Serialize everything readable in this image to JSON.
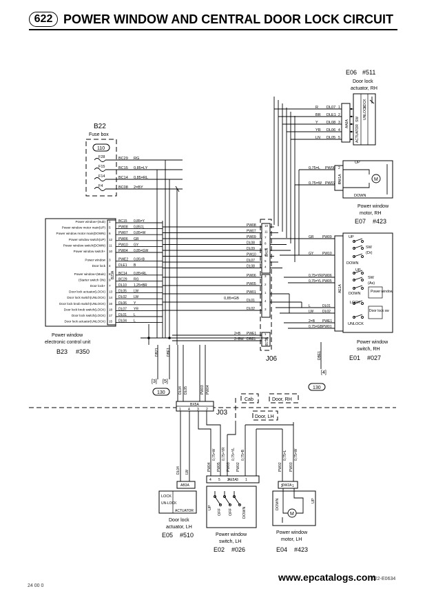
{
  "header": {
    "page_number": "622",
    "title": "POWER WINDOW AND CENTRAL DOOR LOCK CIRCUIT"
  },
  "e06": {
    "code": "E06",
    "ref": "#511",
    "desc_l1": "Door lock",
    "desc_l2": "actuator, RH",
    "conn": "AA6A",
    "labels": [
      "LOCK",
      "UNLOCK",
      "SW",
      "ACTUATOR"
    ],
    "wires": [
      [
        "R",
        "DL07",
        "1"
      ],
      [
        "BR",
        "DLE1",
        "2"
      ],
      [
        "Y",
        "DL08",
        "3"
      ],
      [
        "YR",
        "DL06",
        "4"
      ],
      [
        "LN",
        "DL05",
        "5"
      ]
    ]
  },
  "e07": {
    "code": "E07",
    "ref": "#423",
    "desc_l1": "Power window",
    "desc_l2": "motor, RH",
    "conn": "DW1A",
    "up": "UP",
    "down": "DOWN",
    "wires": [
      [
        "0,75=L",
        "PW08",
        "2"
      ],
      [
        "0,75=W",
        "PW07",
        "1"
      ]
    ]
  },
  "b22": {
    "code": "B22",
    "desc": "Fuse box",
    "plate": "110",
    "fuses": [
      [
        "F28",
        "BC29",
        "RG"
      ],
      [
        "F15",
        "BC15",
        "0,85=LY"
      ],
      [
        "F14",
        "BC14",
        "0,85=RL"
      ],
      [
        "F4",
        "BC08",
        "2=BY"
      ]
    ]
  },
  "b23": {
    "code": "B23",
    "ref": "#350",
    "desc_l1": "Power window",
    "desc_l2": "electronic control unit",
    "conn": "B23A",
    "rows": [
      [
        "Power window+(Sub)",
        "1",
        "BC15",
        "0,85=Y"
      ],
      [
        "Power window motor main(UP)",
        "5",
        "PW08",
        "0,85=L"
      ],
      [
        "Power window motor main(DOWN)",
        "6",
        "PW07",
        "0,85=W"
      ],
      [
        "Power window switch(UP)",
        "12",
        "PW06",
        "GR"
      ],
      [
        "Power window switch(DOWN)",
        "11",
        "PW10",
        "GY"
      ],
      [
        "Power window switch+",
        "10",
        "PW04",
        "0,85=GW"
      ],
      [
        "Power window",
        "3",
        "PWE2",
        "0,85=B"
      ],
      [
        "Door lock",
        "4",
        "DLE1",
        "B"
      ],
      [
        "Power window+(Main)",
        "8",
        "BC14",
        "0,85=RL"
      ],
      [
        "(Starter switch ON)",
        "9",
        "BC29",
        "RG"
      ],
      [
        "Door lock+",
        "7",
        "DL10",
        "1,25=BR"
      ],
      [
        "Door lock actuator(LOCK)",
        "13",
        "DL05",
        "LW"
      ],
      [
        "Door lock switch(UNLOCK)",
        "14",
        "DL02",
        "LW"
      ],
      [
        "Door lock knob switch(UNLOCK)",
        "16",
        "DL06",
        "Y"
      ],
      [
        "Door lock knob switch(LOCK)",
        "18",
        "DL07",
        "YR"
      ],
      [
        "Door lock switch(LOCK)",
        "17",
        "DL01",
        "L"
      ],
      [
        "Door lock actuator(UNLOCK)",
        "15",
        "DL04",
        "L"
      ]
    ]
  },
  "j06": {
    "code": "J06",
    "conn_top": "B47A",
    "conn_bot": "B73A",
    "top_pins": [
      [
        "PW08",
        "10"
      ],
      [
        "PW07",
        "11"
      ],
      [
        "PW09",
        "7"
      ],
      [
        "DL08",
        "8"
      ],
      [
        "DL09",
        "9"
      ],
      [
        "PW10",
        "6"
      ],
      [
        "DL07",
        "5"
      ],
      [
        "DL08",
        "4"
      ]
    ],
    "mid_pins": [
      [
        "PW06",
        "3"
      ],
      [
        "PW05",
        "2"
      ],
      [
        "PW01",
        "1"
      ],
      [
        "DL01",
        "4"
      ],
      [
        "DL02",
        "3"
      ]
    ],
    "bot_pins": [
      [
        "2=B",
        "PWE1",
        "1"
      ],
      [
        "2=BW",
        "DRE1",
        "2"
      ]
    ],
    "label_mid": "0,85=GB"
  },
  "e01": {
    "code": "E01",
    "ref": "#027",
    "desc_l1": "Power window",
    "desc_l2": "switch, RH",
    "conn": "AE1A",
    "items": [
      "UP",
      "SW",
      "(Dr)",
      "DOWN",
      "UP",
      "SW",
      "(As)",
      "DOWN",
      "Power window",
      "LOCK",
      "Door lock sw",
      "UNLOCK"
    ],
    "wires": [
      [
        "GR",
        "PW09"
      ],
      [
        "GY",
        "PW10"
      ],
      [
        "0,75=YR",
        "PW06"
      ],
      [
        "0,75=YL",
        "PW05"
      ],
      [
        "L",
        "DL01"
      ],
      [
        "LW",
        "DL02"
      ],
      [
        "2=B",
        "PWE1"
      ],
      [
        "0,75=GB",
        "PW01"
      ]
    ]
  },
  "grounds": {
    "g3": "[3]",
    "g5": "[5]",
    "g4": "[4]",
    "plate_l": "130",
    "plate_r": "130",
    "dbe1": "DBE1",
    "dbe2": "DBE1",
    "db21": "DB21"
  },
  "zones": {
    "cab": "Cab",
    "door_rh": "Door, RH",
    "door_lh": "Door, LH"
  },
  "j03": {
    "code": "J03",
    "conn": "BX5A",
    "pins": [
      "1",
      "4",
      "3",
      "2"
    ],
    "wires": [
      "DL04",
      "DL05",
      "PW03",
      "PW04"
    ],
    "pins_top": [
      "1",
      "5",
      "3",
      "4",
      "3"
    ]
  },
  "e05": {
    "code": "E05",
    "ref": "#510",
    "desc_l1": "Door lock",
    "desc_l2": "actuator, LH",
    "conn": "AB3A",
    "labels": [
      "LOCK",
      "UN-LOCK",
      "ACTUATOR"
    ],
    "wires": [
      "DL04",
      "LW"
    ]
  },
  "e02": {
    "code": "E02",
    "ref": "#026",
    "desc_l1": "Power window",
    "desc_l2": "switch, LH",
    "conn": "AE5A",
    "labels": [
      "UP",
      "DOWN",
      "OFF",
      "OFF"
    ],
    "pins": [
      "4",
      "5",
      "2",
      "3",
      "1"
    ],
    "wires": [
      [
        "PW04",
        "0,75=W"
      ],
      [
        "PW05",
        "0,75=YR"
      ],
      [
        "PW03",
        "0,75=YL"
      ],
      [
        "PW02",
        "0,75=B"
      ]
    ]
  },
  "e04": {
    "code": "E04",
    "ref": "#423",
    "desc_l1": "Power window",
    "desc_l2": "motor, LH",
    "conn": "DW2A",
    "labels": [
      "DOWN",
      "UP"
    ],
    "wires": [
      [
        "PW02",
        "0,75=L"
      ],
      [
        "PW03",
        "0,75=W"
      ]
    ],
    "pins": [
      "2",
      "1"
    ]
  },
  "footer": {
    "watermark": "www.epcatalogs.com",
    "code": "622-E0634",
    "pageref": "24 00 0"
  }
}
